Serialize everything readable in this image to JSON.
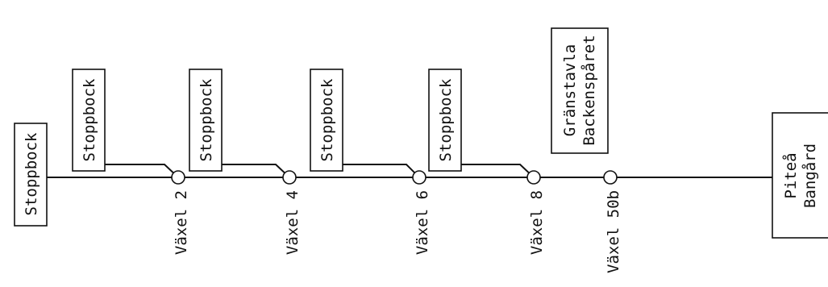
{
  "diagram": {
    "end_left_label": "Stoppbock",
    "spur_stops": [
      {
        "label": "Stoppbock"
      },
      {
        "label": "Stoppbock"
      },
      {
        "label": "Stoppbock"
      },
      {
        "label": "Stoppbock"
      }
    ],
    "switches": [
      {
        "label": "Växel 2"
      },
      {
        "label": "Växel 4"
      },
      {
        "label": "Växel 6"
      },
      {
        "label": "Växel 8"
      },
      {
        "label": "Växel 50b"
      }
    ],
    "boundary_sign": {
      "line1": "Gränstavla",
      "line2": "Backenspåret"
    },
    "station": {
      "line1": "Piteå",
      "line2": "Bangård"
    }
  }
}
